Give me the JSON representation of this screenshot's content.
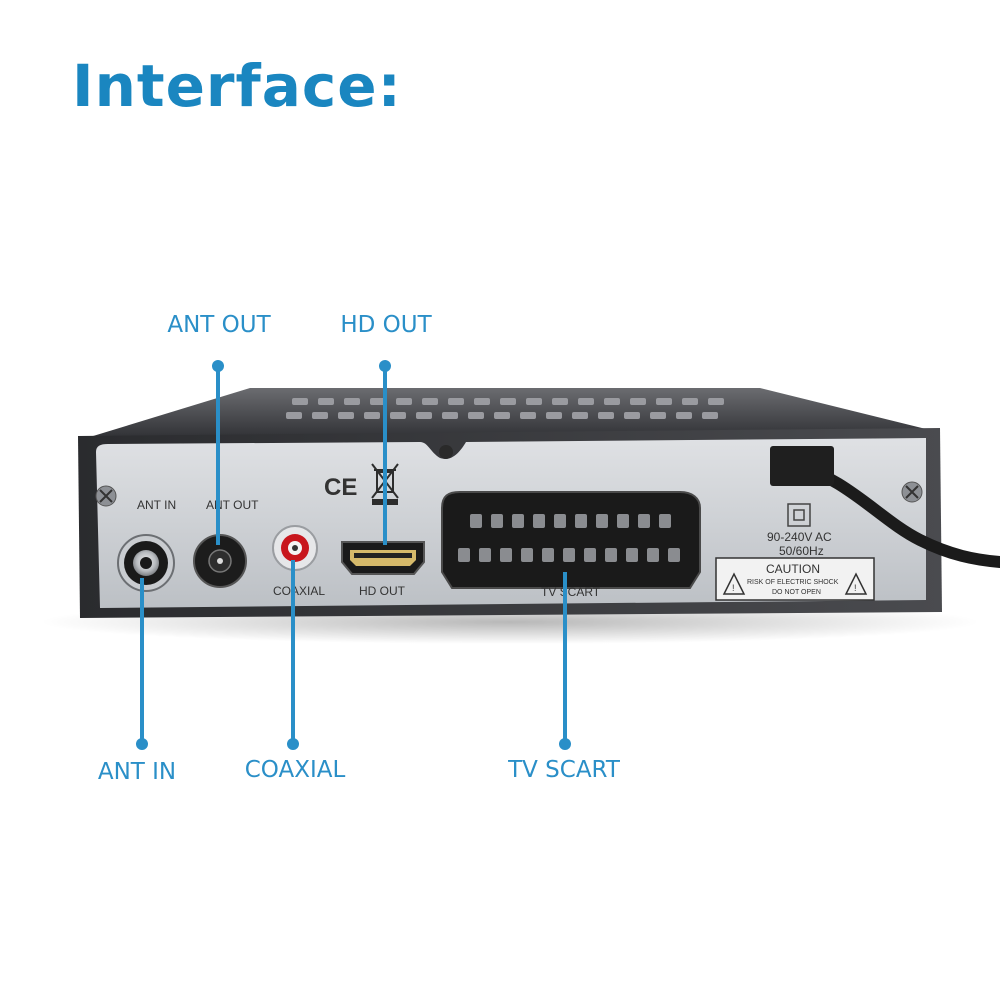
{
  "title": "Interface:",
  "callouts": {
    "ant_out": "ANT OUT",
    "hd_out": "HD OUT",
    "ant_in": "ANT IN",
    "coaxial": "COAXIAL",
    "tv_scart": "TV SCART"
  },
  "panel_labels": {
    "ant_in": "ANT IN",
    "ant_out": "ANT OUT",
    "coaxial": "COAXIAL",
    "hd_out": "HD OUT",
    "tv_scart": "TV SCART",
    "ce_mark": "CE",
    "power_rating_1": "90-240V AC",
    "power_rating_2": "50/60Hz",
    "caution_title": "CAUTION",
    "caution_line_1": "RISK OF ELECTRIC SHOCK",
    "caution_line_2": "DO NOT OPEN"
  },
  "colors": {
    "accent": "#1a86c0",
    "callout": "#2a8fc8",
    "chassis": "#3a3a3d",
    "panel": "#cfd2d6",
    "rca_red": "#c8161d"
  },
  "icons": [
    "weee-bin-icon",
    "double-insulation-icon",
    "warning-triangle-icon"
  ]
}
